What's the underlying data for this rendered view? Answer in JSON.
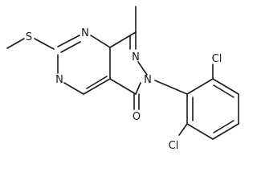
{
  "molecule": {
    "atom_labels": {
      "s": "S",
      "n1": "N",
      "n3": "N",
      "n6": "N",
      "n7": "N",
      "o": "O",
      "cl_top": "Cl",
      "cl_bottom": "Cl"
    }
  }
}
